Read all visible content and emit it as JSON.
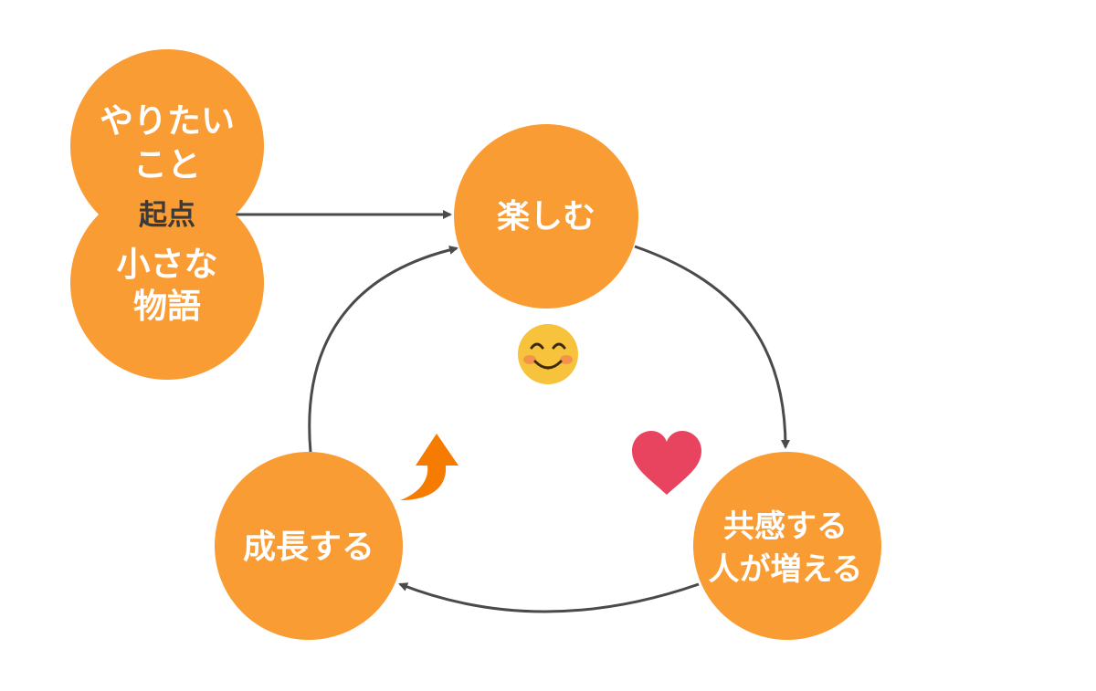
{
  "start": {
    "top_circle": {
      "line1": "やりたい",
      "line2": "こと"
    },
    "label": "起点",
    "bottom_circle": {
      "line1": "小さな",
      "line2": "物語"
    }
  },
  "cycle": {
    "enjoy": "楽しむ",
    "empathy": {
      "line1": "共感する",
      "line2": "人が増える"
    },
    "grow": "成長する"
  },
  "icons": {
    "smile": "smiling-face-icon",
    "heart": "heart-icon",
    "arrow": "upward-arrow-icon"
  },
  "colors": {
    "circle": "#F99C33",
    "arrow_line": "#4A4A4A",
    "heart": "#E8445F",
    "up_arrow": "#F57C00",
    "face": "#F7C33C",
    "cheek": "#F28A4E"
  }
}
